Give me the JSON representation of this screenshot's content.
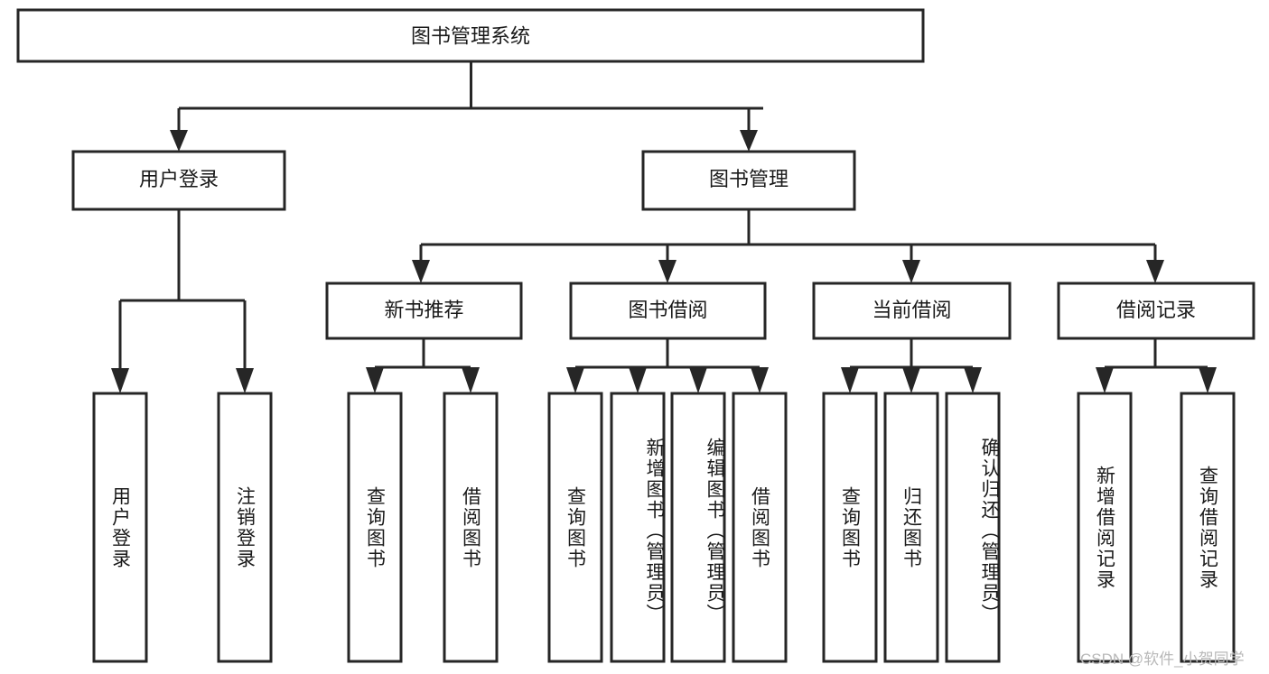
{
  "diagram": {
    "title_node": {
      "label": "图书管理系统"
    },
    "level2": [
      {
        "id": "user-login",
        "label": "用户登录"
      },
      {
        "id": "book-management",
        "label": "图书管理"
      }
    ],
    "level3": [
      {
        "id": "new-book-recommend",
        "label": "新书推荐"
      },
      {
        "id": "book-borrow",
        "label": "图书借阅"
      },
      {
        "id": "current-borrow",
        "label": "当前借阅"
      },
      {
        "id": "borrow-record",
        "label": "借阅记录"
      }
    ],
    "leaves": [
      {
        "id": "leaf-user-login",
        "label": "用户登录",
        "parent": "user-login"
      },
      {
        "id": "leaf-logout-login",
        "label": "注销登录",
        "parent": "user-login"
      },
      {
        "id": "leaf-query-book-1",
        "label": "查询图书",
        "parent": "new-book-recommend"
      },
      {
        "id": "leaf-borrow-book-1",
        "label": "借阅图书",
        "parent": "new-book-recommend"
      },
      {
        "id": "leaf-query-book-2",
        "label": "查询图书",
        "parent": "book-borrow"
      },
      {
        "id": "leaf-add-book",
        "label": "新增图书（管理员）",
        "parent": "book-borrow"
      },
      {
        "id": "leaf-edit-book",
        "label": "编辑图书（管理员）",
        "parent": "book-borrow"
      },
      {
        "id": "leaf-borrow-book-2",
        "label": "借阅图书",
        "parent": "book-borrow"
      },
      {
        "id": "leaf-query-book-3",
        "label": "查询图书",
        "parent": "current-borrow"
      },
      {
        "id": "leaf-return-book",
        "label": "归还图书",
        "parent": "current-borrow"
      },
      {
        "id": "leaf-confirm-return",
        "label": "确认归还（管理员）",
        "parent": "current-borrow"
      },
      {
        "id": "leaf-add-borrow-record",
        "label": "新增借阅记录",
        "parent": "borrow-record"
      },
      {
        "id": "leaf-query-borrow-record",
        "label": "查询借阅记录",
        "parent": "borrow-record"
      }
    ]
  },
  "watermark": {
    "text": "CSDN @软件_小贺同学"
  },
  "colors": {
    "stroke": "#262626",
    "fill": "#ffffff",
    "text": "#1a1a1a",
    "watermark": "#b8b8b8"
  }
}
